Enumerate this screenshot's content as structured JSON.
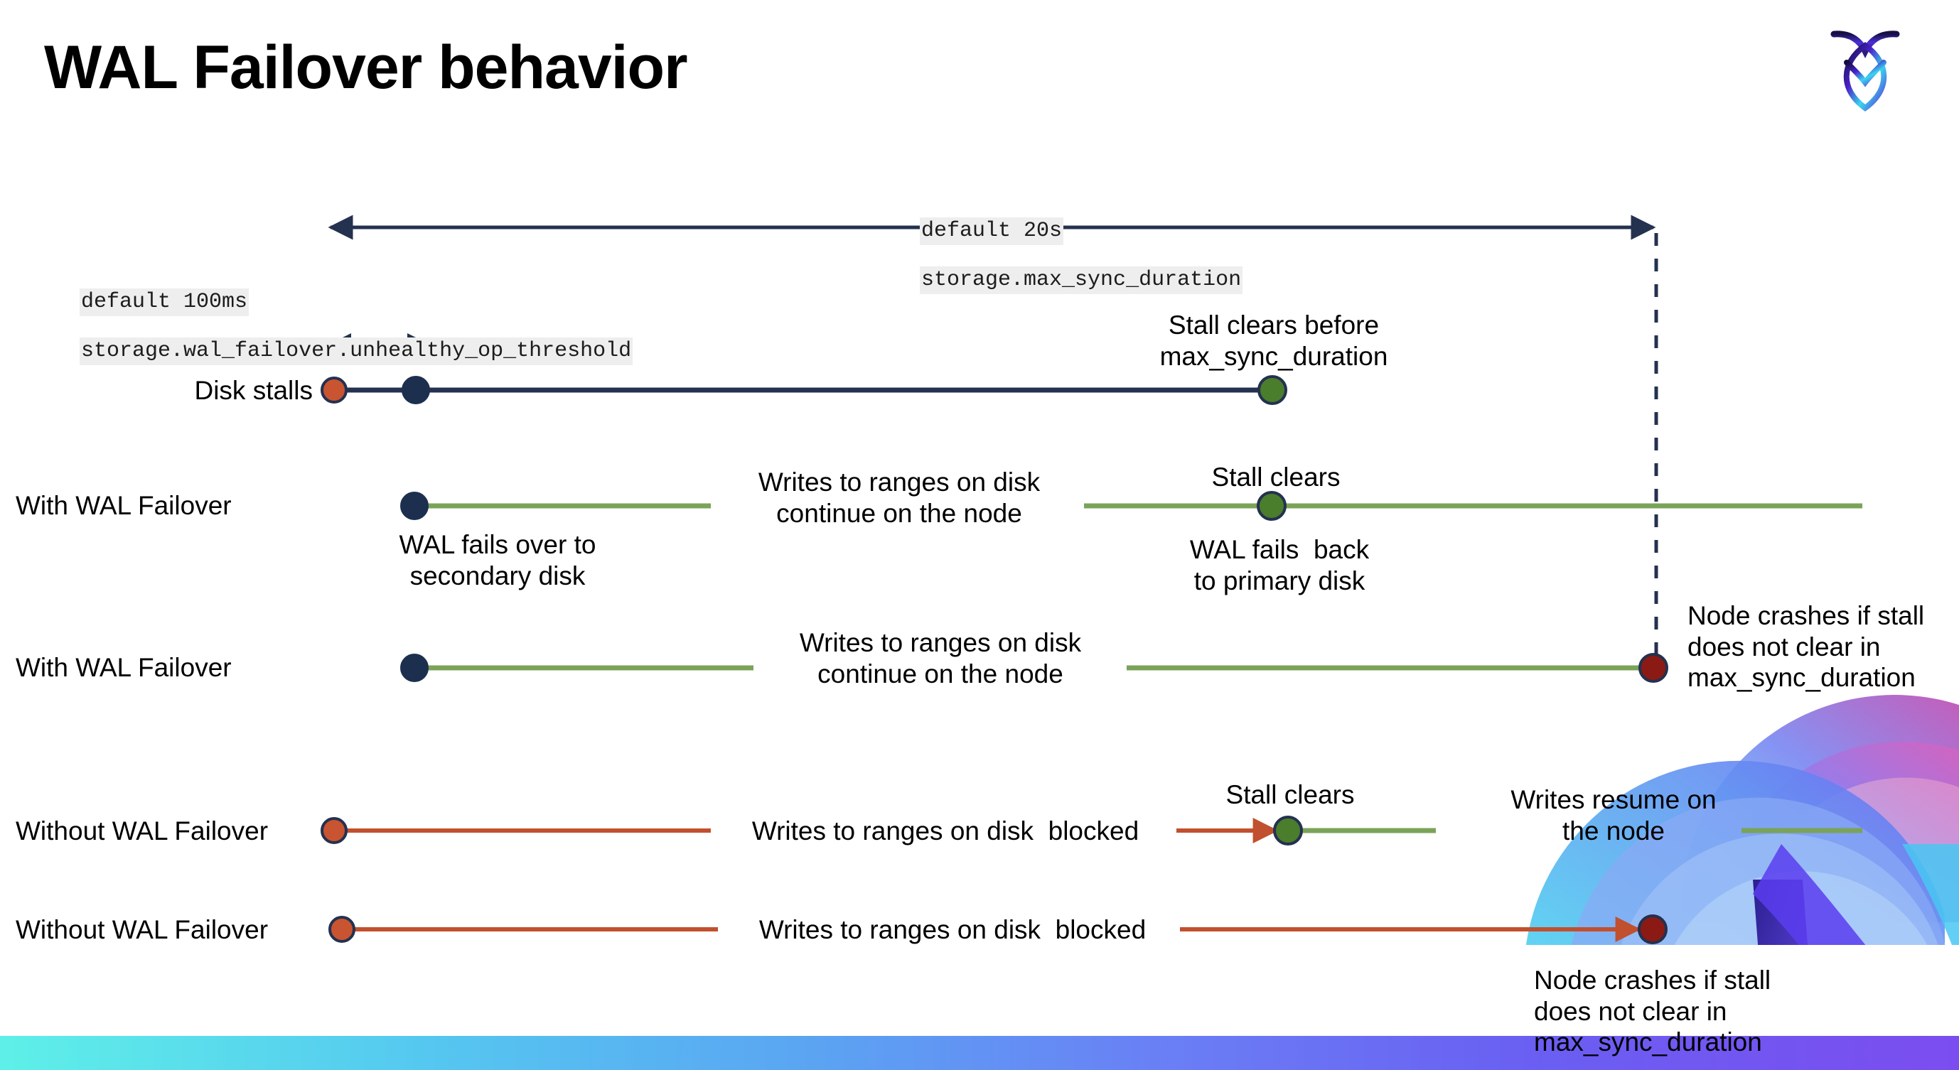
{
  "page": {
    "title": "WAL Failover behavior",
    "logo_name": "cockroachdb-logo"
  },
  "annotations": {
    "max_sync": {
      "line1": "default 20s",
      "line2": "storage.max_sync_duration"
    },
    "unhealthy_op": {
      "line1": "default 100ms",
      "line2": "storage.wal_failover.unhealthy_op_threshold"
    }
  },
  "rows": [
    {
      "id": "disk-stalls",
      "label": "Disk stalls",
      "note_above": "Stall clears before\nmax_sync_duration"
    },
    {
      "id": "with-wal-failover-1",
      "label": "With WAL Failover",
      "note_mid": "Writes to ranges on disk\ncontinue on the node",
      "note_below_left": "WAL fails over to\nsecondary disk",
      "note_above_right": "Stall clears",
      "note_below_right": "WAL fails  back\nto primary disk"
    },
    {
      "id": "with-wal-failover-2",
      "label": "With WAL Failover",
      "note_mid": "Writes to ranges on disk\ncontinue on the node",
      "note_right": "Node crashes if stall\ndoes not clear in\nmax_sync_duration"
    },
    {
      "id": "without-wal-failover-1",
      "label": "Without WAL Failover",
      "note_mid": "Writes to ranges on disk  blocked",
      "note_above_right": "Stall clears",
      "note_far_right": "Writes resume on\nthe node"
    },
    {
      "id": "without-wal-failover-2",
      "label": "Without WAL Failover",
      "note_mid": "Writes to ranges on disk  blocked",
      "note_callout": "Node crashes if stall\ndoes not clear in\nmax_sync_duration"
    }
  ],
  "colors": {
    "navy": "#24314f",
    "green": "#7aa359",
    "orange": "#c1502e",
    "dot_orange": "#c85431",
    "dot_green": "#4a7d2c",
    "dot_red": "#8c1a14",
    "dot_navy": "#1d2f4e",
    "code_highlight": "#eeeeee"
  }
}
